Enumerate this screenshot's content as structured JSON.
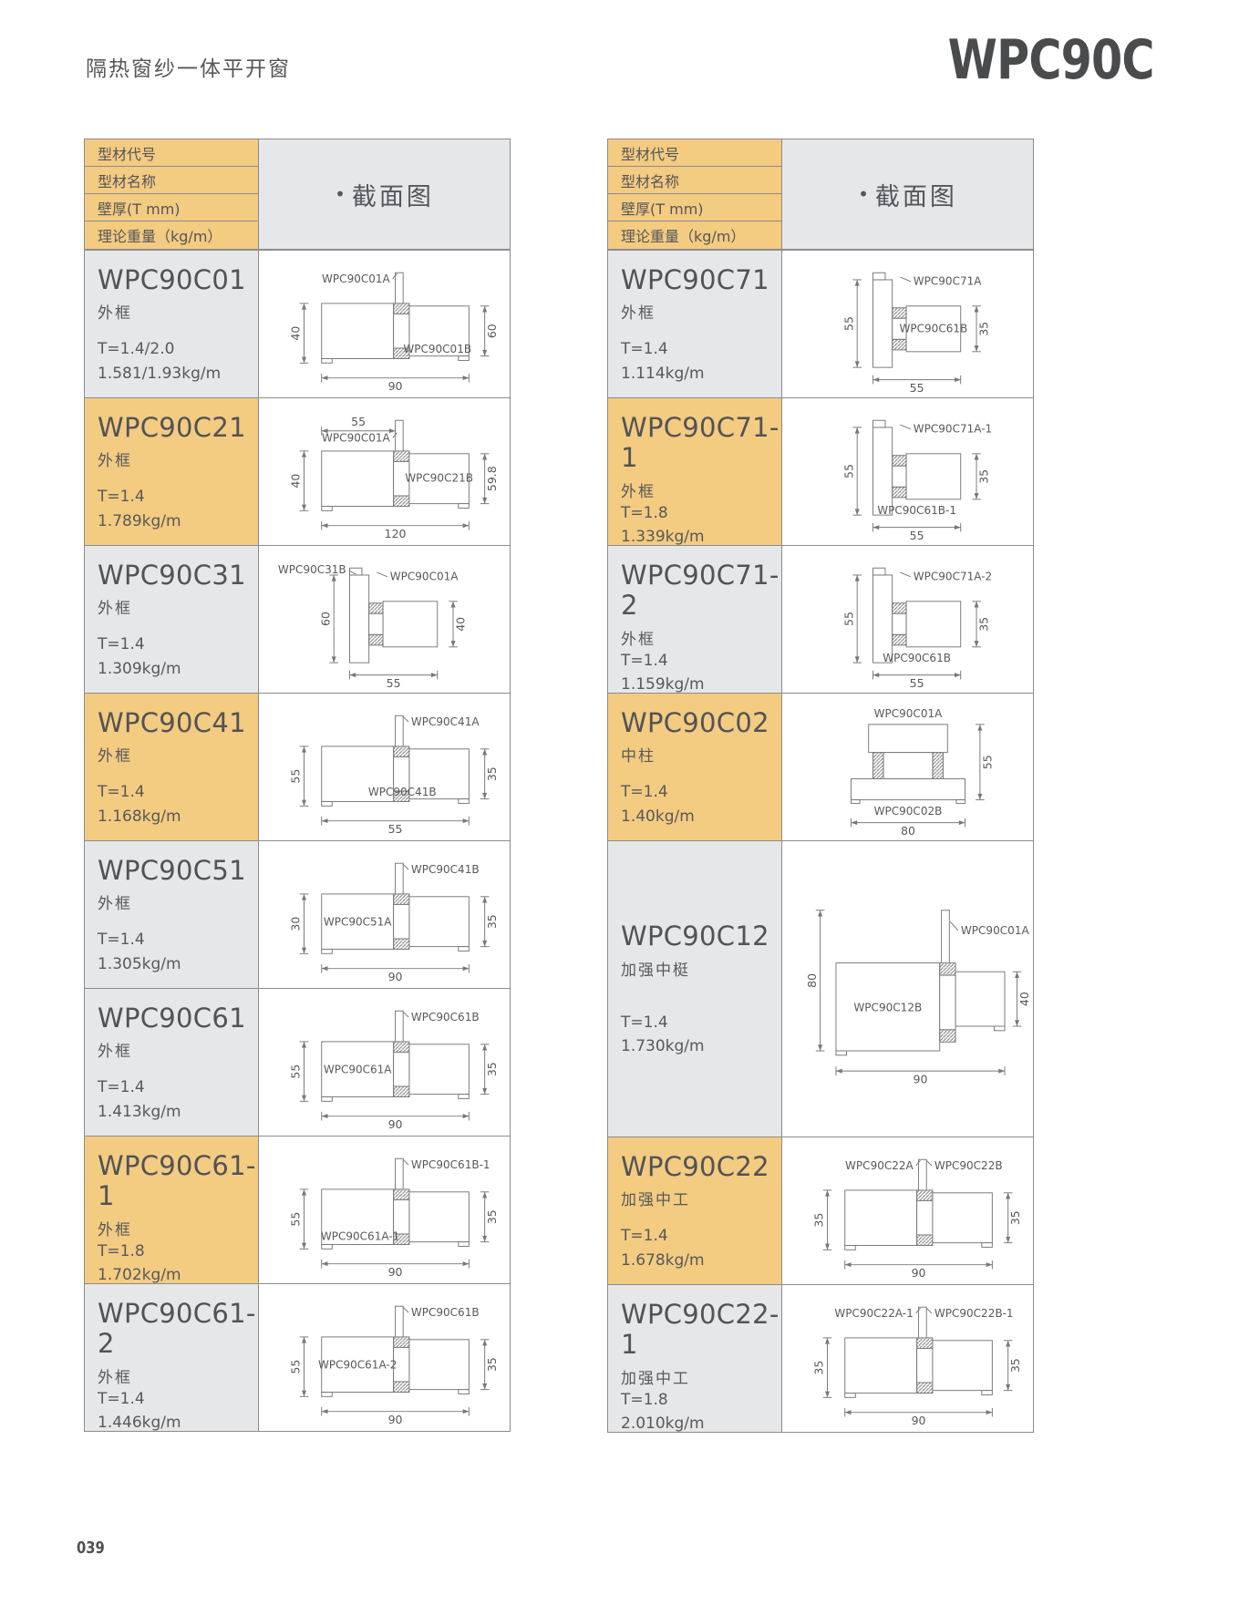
{
  "page": {
    "title": "隔热窗纱一体平开窗",
    "series_code": "WPC90C",
    "page_number": "039"
  },
  "table_headers": {
    "rows": [
      "型材代号",
      "型材名称",
      "壁厚(T mm)",
      "理论重量（kg/m）"
    ],
    "section_bullet": "•",
    "section_title": "截面图"
  },
  "colors": {
    "highlight_yellow": "#F3CB81",
    "row_gray": "#E6E7E8",
    "border_gray": "#8A8C8E",
    "text_gray": "#58595B",
    "diagram_line": "#77787B"
  },
  "tables": [
    {
      "id": "left",
      "rows": [
        {
          "code": "WPC90C01",
          "name": "外框",
          "thickness": "T=1.4/2.0",
          "weight": "1.581/1.93kg/m",
          "highlighted": false,
          "tall": false,
          "diagram": {
            "shape": "h",
            "dims": {
              "left": "40",
              "right": "60",
              "bottom": "90"
            },
            "labels": [
              {
                "text": "WPC90C01A",
                "pos": "top"
              },
              {
                "text": "WPC90C01B",
                "pos": "bottom-right"
              }
            ]
          }
        },
        {
          "code": "WPC90C21",
          "name": "外框",
          "thickness": "T=1.4",
          "weight": "1.789kg/m",
          "highlighted": true,
          "tall": false,
          "diagram": {
            "shape": "h",
            "dims": {
              "top": "55",
              "left": "40",
              "right": "59.8",
              "bottom": "120"
            },
            "labels": [
              {
                "text": "WPC90C01A",
                "pos": "top-left"
              },
              {
                "text": "WPC90C21B",
                "pos": "inside-right"
              }
            ]
          }
        },
        {
          "code": "WPC90C31",
          "name": "外框",
          "thickness": "T=1.4",
          "weight": "1.309kg/m",
          "highlighted": false,
          "tall": false,
          "diagram": {
            "shape": "v",
            "dims": {
              "left": "60",
              "right": "40",
              "bottom": "55"
            },
            "labels": [
              {
                "text": "WPC90C31B",
                "pos": "top-left"
              },
              {
                "text": "WPC90C01A",
                "pos": "top-right"
              }
            ]
          }
        },
        {
          "code": "WPC90C41",
          "name": "外框",
          "thickness": "T=1.4",
          "weight": "1.168kg/m",
          "highlighted": true,
          "tall": false,
          "diagram": {
            "shape": "h",
            "dims": {
              "left": "55",
              "right": "35",
              "bottom": "55"
            },
            "labels": [
              {
                "text": "WPC90C41A",
                "pos": "top-right"
              },
              {
                "text": "WPC90C41B",
                "pos": "bottom-center"
              }
            ]
          }
        },
        {
          "code": "WPC90C51",
          "name": "外框",
          "thickness": "T=1.4",
          "weight": "1.305kg/m",
          "highlighted": false,
          "tall": false,
          "diagram": {
            "shape": "h",
            "dims": {
              "left": "30",
              "right": "35",
              "bottom": "90"
            },
            "labels": [
              {
                "text": "WPC90C41B",
                "pos": "top-right"
              },
              {
                "text": "WPC90C51A",
                "pos": "inside-left"
              }
            ]
          }
        },
        {
          "code": "WPC90C61",
          "name": "外框",
          "thickness": "T=1.4",
          "weight": "1.413kg/m",
          "highlighted": false,
          "tall": false,
          "diagram": {
            "shape": "h",
            "dims": {
              "left": "55",
              "right": "35",
              "bottom": "90"
            },
            "labels": [
              {
                "text": "WPC90C61B",
                "pos": "top-right"
              },
              {
                "text": "WPC90C61A",
                "pos": "inside-left"
              }
            ]
          }
        },
        {
          "code": "WPC90C61-1",
          "name": "外框",
          "thickness": "T=1.8",
          "weight": "1.702kg/m",
          "highlighted": true,
          "tall": false,
          "diagram": {
            "shape": "h",
            "dims": {
              "left": "55",
              "right": "35",
              "bottom": "90"
            },
            "labels": [
              {
                "text": "WPC90C61B-1",
                "pos": "top-right"
              },
              {
                "text": "WPC90C61A-1",
                "pos": "bottom-left"
              }
            ]
          }
        },
        {
          "code": "WPC90C61-2",
          "name": "外框",
          "thickness": "T=1.4",
          "weight": "1.446kg/m",
          "highlighted": false,
          "tall": false,
          "diagram": {
            "shape": "h",
            "dims": {
              "left": "55",
              "right": "35",
              "bottom": "90"
            },
            "labels": [
              {
                "text": "WPC90C61B",
                "pos": "top-right"
              },
              {
                "text": "WPC90C61A-2",
                "pos": "inside-left"
              }
            ]
          }
        }
      ]
    },
    {
      "id": "right",
      "rows": [
        {
          "code": "WPC90C71",
          "name": "外框",
          "thickness": "T=1.4",
          "weight": "1.114kg/m",
          "highlighted": false,
          "tall": false,
          "diagram": {
            "shape": "v",
            "dims": {
              "left": "55",
              "right": "35",
              "bottom": "55"
            },
            "labels": [
              {
                "text": "WPC90C71A",
                "pos": "top-right"
              },
              {
                "text": "WPC90C61B",
                "pos": "inside-right"
              }
            ]
          }
        },
        {
          "code": "WPC90C71-1",
          "name": "外框",
          "thickness": "T=1.8",
          "weight": "1.339kg/m",
          "highlighted": true,
          "tall": false,
          "diagram": {
            "shape": "v",
            "dims": {
              "left": "55",
              "right": "35",
              "bottom": "55"
            },
            "labels": [
              {
                "text": "WPC90C71A-1",
                "pos": "top-right"
              },
              {
                "text": "WPC90C61B-1",
                "pos": "bottom"
              }
            ]
          }
        },
        {
          "code": "WPC90C71-2",
          "name": "外框",
          "thickness": "T=1.4",
          "weight": "1.159kg/m",
          "highlighted": false,
          "tall": false,
          "diagram": {
            "shape": "v",
            "dims": {
              "left": "55",
              "right": "35",
              "bottom": "55"
            },
            "labels": [
              {
                "text": "WPC90C71A-2",
                "pos": "top-right"
              },
              {
                "text": "WPC90C61B",
                "pos": "bottom"
              }
            ]
          }
        },
        {
          "code": "WPC90C02",
          "name": "中柱",
          "thickness": "T=1.4",
          "weight": "1.40kg/m",
          "highlighted": true,
          "tall": false,
          "diagram": {
            "shape": "t",
            "dims": {
              "right": "55",
              "bottom": "80"
            },
            "labels": [
              {
                "text": "WPC90C01A",
                "pos": "top"
              },
              {
                "text": "WPC90C02B",
                "pos": "bottom"
              }
            ]
          }
        },
        {
          "code": "WPC90C12",
          "name": "加强中梃",
          "thickness": "T=1.4",
          "weight": "1.730kg/m",
          "highlighted": false,
          "tall": true,
          "diagram": {
            "shape": "h12",
            "dims": {
              "left": "80",
              "right": "40",
              "bottom": "90"
            },
            "labels": [
              {
                "text": "WPC90C01A",
                "pos": "top-right"
              },
              {
                "text": "WPC90C12B",
                "pos": "inside-left"
              }
            ]
          }
        },
        {
          "code": "WPC90C22",
          "name": "加强中工",
          "thickness": "T=1.4",
          "weight": "1.678kg/m",
          "highlighted": true,
          "tall": false,
          "diagram": {
            "shape": "h",
            "dims": {
              "left": "35",
              "right": "35",
              "bottom": "90"
            },
            "labels": [
              {
                "text": "WPC90C22A",
                "pos": "top-left"
              },
              {
                "text": "WPC90C22B",
                "pos": "top-right"
              }
            ]
          }
        },
        {
          "code": "WPC90C22-1",
          "name": "加强中工",
          "thickness": "T=1.8",
          "weight": "2.010kg/m",
          "highlighted": false,
          "tall": false,
          "diagram": {
            "shape": "h",
            "dims": {
              "left": "35",
              "right": "35",
              "bottom": "90"
            },
            "labels": [
              {
                "text": "WPC90C22A-1",
                "pos": "top-left"
              },
              {
                "text": "WPC90C22B-1",
                "pos": "top-right"
              }
            ]
          }
        }
      ]
    }
  ]
}
